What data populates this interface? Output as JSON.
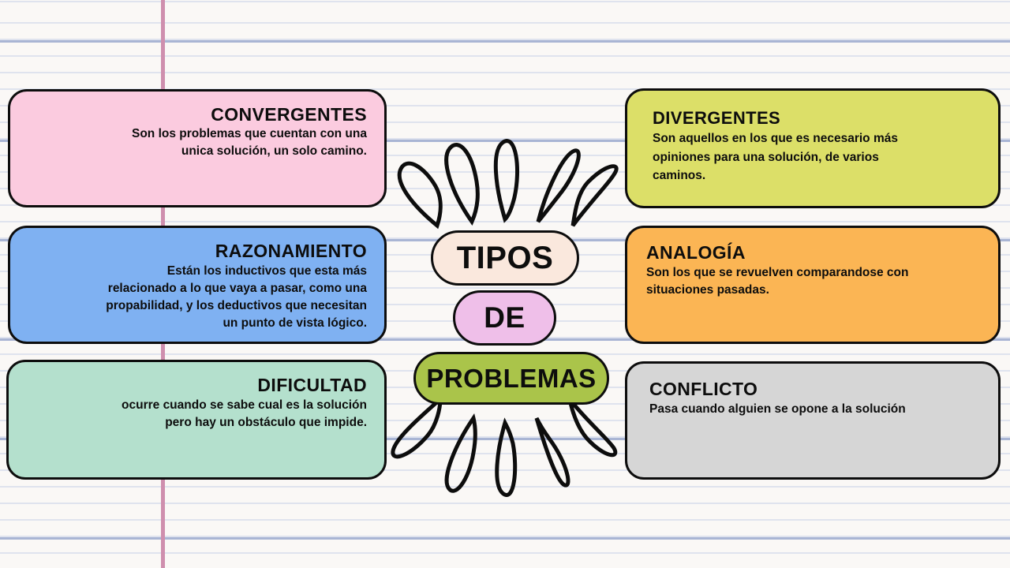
{
  "page": {
    "background_style": "lined-notebook-paper",
    "paper_color": "#faf8f6",
    "rule_color": "#dfe3ee",
    "bold_rule_color": "#a9b5d4",
    "margin_rule_color": "#cf8fae"
  },
  "center": {
    "pills": [
      {
        "label": "TIPOS",
        "color": "#fae8dd"
      },
      {
        "label": "DE",
        "color": "#efbfe9"
      },
      {
        "label": "PROBLEMAS",
        "color": "#aac44a"
      }
    ],
    "decoration": {
      "top_petals": 5,
      "bottom_petals": 5,
      "petal_icon": "teardrop-petal-icon",
      "stroke_color": "#0d0d0d"
    }
  },
  "boxes": {
    "left": [
      {
        "id": "convergentes",
        "title": "CONVERGENTES",
        "body": "Son los problemas que cuentan con una\nunica solución, un solo camino.",
        "color": "#fbcbdf"
      },
      {
        "id": "razonamiento",
        "title": "RAZONAMIENTO",
        "body": "Están los inductivos que  esta más\nrelacionado a lo que vaya a pasar, como una\npropabilidad, y los deductivos que necesitan\nun punto de vista lógico.",
        "color": "#7fb1f2"
      },
      {
        "id": "dificultad",
        "title": "DIFICULTAD",
        "body": "ocurre cuando se sabe  cual es la solución\npero hay un obstáculo que impide.",
        "color": "#b4e0cd"
      }
    ],
    "right": [
      {
        "id": "divergentes",
        "title": "DIVERGENTES",
        "body": "Son aquellos en los que es necesario más\nopiniones para una solución, de varios\ncaminos.",
        "color": "#dcdf68"
      },
      {
        "id": "analogia",
        "title": "ANALOGÍA",
        "body": "Son los que se revuelven comparandose con\nsituaciones pasadas.",
        "color": "#fbb554"
      },
      {
        "id": "conflicto",
        "title": "CONFLICTO",
        "body": "Pasa cuando alguien se opone a la solución",
        "color": "#d6d6d6"
      }
    ]
  }
}
